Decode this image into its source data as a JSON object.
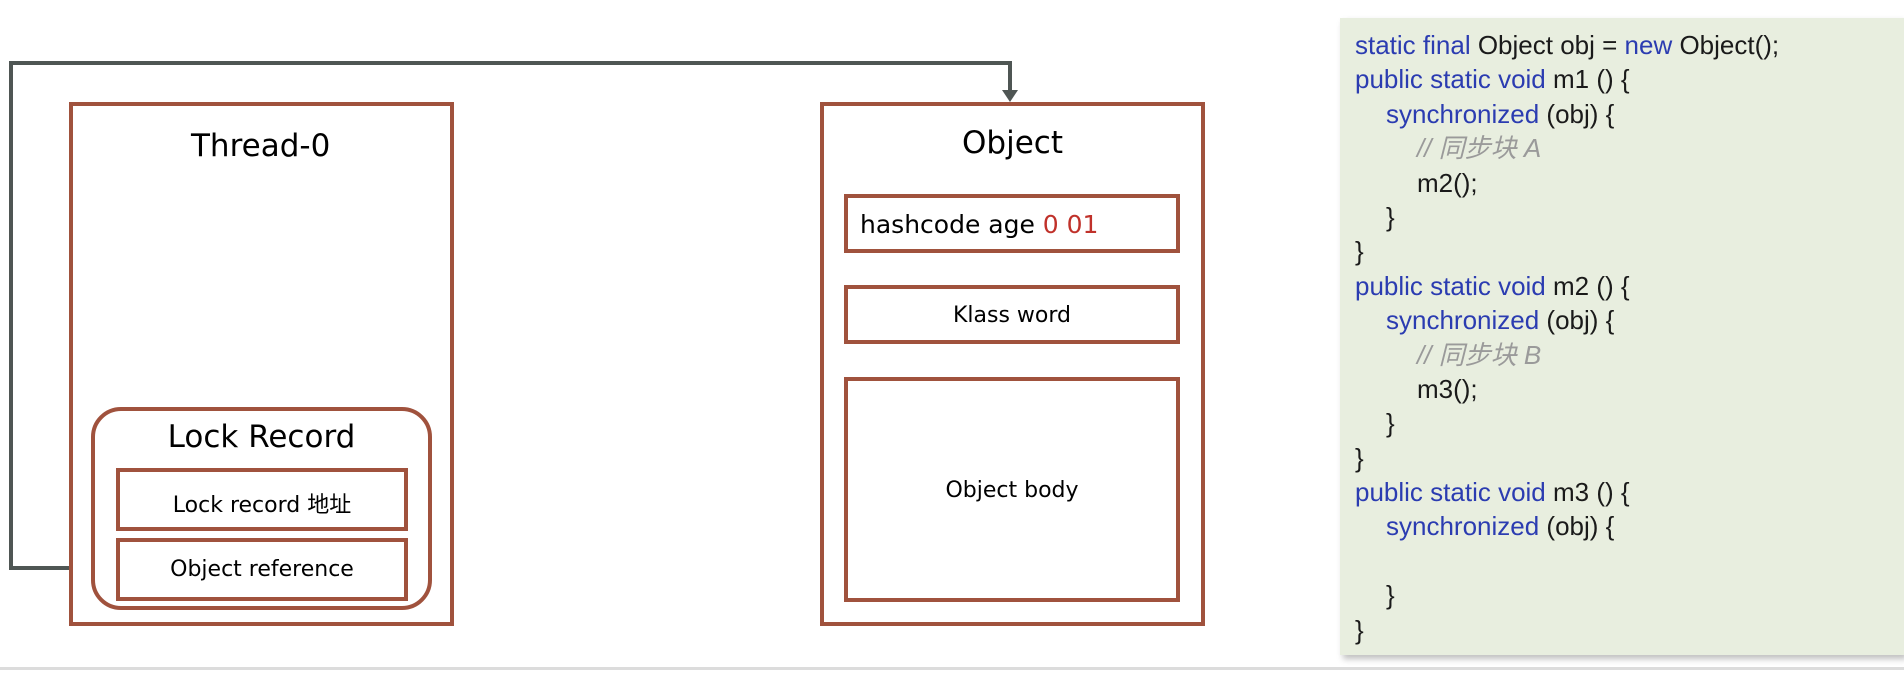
{
  "thread": {
    "title": "Thread-0",
    "lock_record": {
      "title": "Lock Record",
      "address": "Lock record 地址",
      "reference": "Object reference"
    }
  },
  "object": {
    "title": "Object",
    "markword": {
      "prefix": "hashcode age ",
      "bits": "0 01"
    },
    "klass": "Klass word",
    "body": "Object body"
  },
  "code": {
    "decl": {
      "kw1": "static final",
      "t1": " Object obj = ",
      "kw2": "new",
      "t2": " Object();"
    },
    "m1": {
      "sig_kw": "public static void",
      "sig": " m1 () {",
      "sync_kw": "synchronized",
      "sync": " (obj) {",
      "comment": "// 同步块 A",
      "call": "m2();",
      "close_inner": "}",
      "close_outer": "}"
    },
    "m2": {
      "sig_kw": "public static void",
      "sig": " m2 () {",
      "sync_kw": "synchronized",
      "sync": " (obj) {",
      "comment": "// 同步块 B",
      "call": "m3();",
      "close_inner": "}",
      "close_outer": "}"
    },
    "m3": {
      "sig_kw": "public static void",
      "sig": " m3 () {",
      "sync_kw": "synchronized",
      "sync": " (obj) {",
      "close_inner": "}",
      "close_outer": "}"
    }
  },
  "colors": {
    "box_border": "#a0523d",
    "connector": "#4f5654",
    "lock_bits": "#c0312a",
    "code_keyword": "#2b3cb1",
    "code_comment": "#9a9a9a",
    "code_background": "#e8eedf"
  }
}
